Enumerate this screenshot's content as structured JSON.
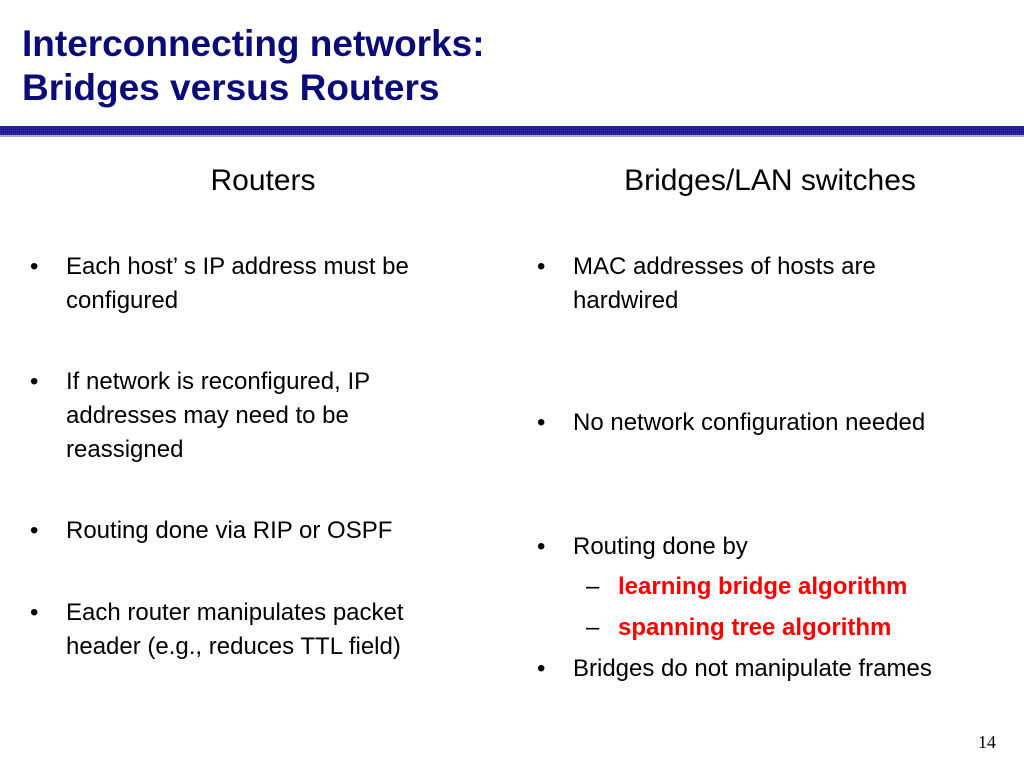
{
  "title": {
    "line1": "Interconnecting networks:",
    "line2": "Bridges versus Routers"
  },
  "colors": {
    "title": "#0a0a78",
    "rule": "#1b1b8c",
    "highlight": "#ff0000"
  },
  "left_column": {
    "heading": "Routers",
    "bullets": [
      {
        "lines": [
          "Each host’ s IP address must be",
          "configured"
        ]
      },
      {
        "lines": [
          "If network is reconfigured, IP",
          "addresses may need to be",
          "reassigned"
        ]
      },
      {
        "lines": [
          "Routing done via RIP or OSPF"
        ]
      },
      {
        "lines": [
          "Each router manipulates packet",
          "header (e.g., reduces TTL field)"
        ]
      }
    ]
  },
  "right_column": {
    "heading": "Bridges/LAN switches",
    "bullets": [
      {
        "lines": [
          "MAC  addresses of hosts are",
          "hardwired"
        ]
      },
      {
        "lines": [
          "No network  configuration needed"
        ]
      },
      {
        "lines": [
          "Routing done by"
        ]
      },
      {
        "lines": [
          "Bridges do not manipulate frames"
        ]
      }
    ],
    "sub_bullets": [
      "learning bridge algorithm",
      "spanning tree algorithm"
    ]
  },
  "bullet_glyph": "•",
  "dash_glyph": "–",
  "page_number": "14"
}
